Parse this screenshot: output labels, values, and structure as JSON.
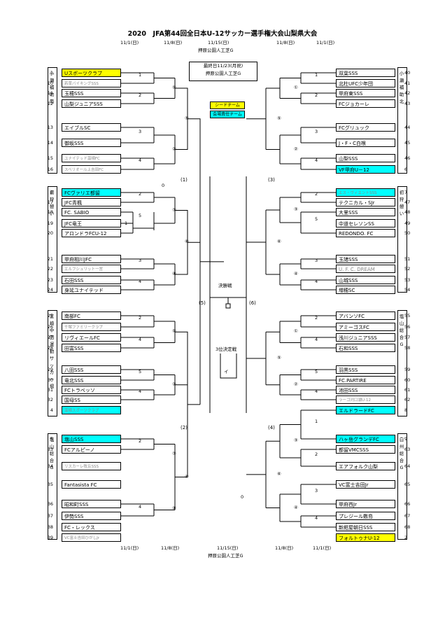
{
  "title": "2020　JFA第44回全日本U-12サッカー選手権大会山梨県大会",
  "header_dates": {
    "d1": "11/1(日)",
    "d2": "11/8(日)",
    "d3": "11/15(日)",
    "d4": "11/8(日)",
    "d5": "11/1(日)",
    "venue": "押原公園人工芝G"
  },
  "footer_dates": {
    "d1": "11/1(日)",
    "d2": "11/8(日)",
    "d3": "11/15(日)",
    "d4": "11/8(日)",
    "d5": "11/1(日)",
    "venue": "押原公園人工芝G"
  },
  "final_info": {
    "line1": "最終日11/23(月祝)",
    "line2": "押原公園人工芝G"
  },
  "legend": {
    "seed": "シードチーム",
    "host": "会場責任チーム"
  },
  "center": {
    "final": "決勝戦",
    "third": "3位決定戦",
    "third_code": "イ"
  },
  "zeros": {
    "top": "0",
    "bottom": "0"
  },
  "block_labels": {
    "l1": "(1)",
    "l2": "(2)",
    "l5": "(5)",
    "r3": "(3)",
    "r4": "(4)",
    "r6": "(6)"
  },
  "left_teams": [
    {
      "no": "1",
      "name": "Uスポーツクラブ",
      "style": "yel"
    },
    {
      "no": "10",
      "name": "若草バイキングSSS",
      "style": "sm gray"
    },
    {
      "no": "11",
      "name": "玉穂SSS",
      "style": ""
    },
    {
      "no": "12",
      "name": "山梨ジュニアSSS",
      "style": ""
    },
    {
      "no": "13",
      "name": "エイブルSC",
      "style": ""
    },
    {
      "no": "14",
      "name": "御坂SSS",
      "style": ""
    },
    {
      "no": "15",
      "name": "ユナイテッド韮崎FC",
      "style": "sm gray"
    },
    {
      "no": "16",
      "name": "スペリオール上吉田FC",
      "style": "sm gray"
    },
    {
      "no": "3",
      "name": "FCヴァリエ都留",
      "style": "cy"
    },
    {
      "no": "17",
      "name": "JFC青楓",
      "style": ""
    },
    {
      "no": "18",
      "name": "FC. SABIO",
      "style": ""
    },
    {
      "no": "19",
      "name": "JFC竜王",
      "style": ""
    },
    {
      "no": "20",
      "name": "アロンドラFCU-12",
      "style": ""
    },
    {
      "no": "21",
      "name": "甲府相川JFC",
      "style": ""
    },
    {
      "no": "22",
      "name": "エルフシュリット一宮",
      "style": "sm gray"
    },
    {
      "no": "23",
      "name": "石田SSS",
      "style": ""
    },
    {
      "no": "24",
      "name": "身延ユナイテッド",
      "style": ""
    },
    {
      "no": "25",
      "name": "南部FC",
      "style": ""
    },
    {
      "no": "26",
      "name": "千塚ファミリークラブ",
      "style": "sm gray"
    },
    {
      "no": "27",
      "name": "リヴィエールFC",
      "style": ""
    },
    {
      "no": "28",
      "name": "田富SSS",
      "style": ""
    },
    {
      "no": "29",
      "name": "八田SSS",
      "style": ""
    },
    {
      "no": "30",
      "name": "竜北SSS",
      "style": ""
    },
    {
      "no": "31",
      "name": "FCトラベッソ",
      "style": ""
    },
    {
      "no": "32",
      "name": "国母SS",
      "style": ""
    },
    {
      "no": "4",
      "name": "韮崎スポーツクラブ",
      "style": "cy sm gray"
    },
    {
      "no": "5",
      "name": "塩山SSS",
      "style": "cy"
    },
    {
      "no": "33",
      "name": "FCアルピーノ",
      "style": ""
    },
    {
      "no": "34",
      "name": "リスカーレ牧丘SSS",
      "style": "sm gray"
    },
    {
      "no": "35",
      "name": "Fantasista FC",
      "style": ""
    },
    {
      "no": "36",
      "name": "昭和町SSS",
      "style": ""
    },
    {
      "no": "37",
      "name": "伊勢SSS",
      "style": ""
    },
    {
      "no": "38",
      "name": "FC・レックス",
      "style": ""
    },
    {
      "no": "39",
      "name": "VC富士吉田ひがしJr",
      "style": "sm gray"
    }
  ],
  "right_teams": [
    {
      "no": "40",
      "name": "双葉SSS",
      "style": ""
    },
    {
      "no": "41",
      "name": "北杜UFC少年団",
      "style": ""
    },
    {
      "no": "42",
      "name": "甲府東SSS",
      "style": ""
    },
    {
      "no": "43",
      "name": "FCジョカーレ",
      "style": ""
    },
    {
      "no": "44",
      "name": "FCグリュック",
      "style": ""
    },
    {
      "no": "45",
      "name": "J・F・C白根",
      "style": ""
    },
    {
      "no": "46",
      "name": "山梨SSS",
      "style": ""
    },
    {
      "no": "6",
      "name": "VF甲府U－12",
      "style": "cy"
    },
    {
      "no": "7",
      "name": "エス・ヴィエントSSS",
      "style": "cy sm gray"
    },
    {
      "no": "47",
      "name": "テクニカル・SJr",
      "style": ""
    },
    {
      "no": "48",
      "name": "大里SSS",
      "style": ""
    },
    {
      "no": "49",
      "name": "中道セレソンSS",
      "style": ""
    },
    {
      "no": "50",
      "name": "REDONDO. FC",
      "style": ""
    },
    {
      "no": "51",
      "name": "玉諸SSS",
      "style": ""
    },
    {
      "no": "52",
      "name": "U. F. C. DREAM",
      "style": "gray"
    },
    {
      "no": "53",
      "name": "山城SSS",
      "style": ""
    },
    {
      "no": "54",
      "name": "増穂SC",
      "style": ""
    },
    {
      "no": "55",
      "name": "アバンソFC",
      "style": ""
    },
    {
      "no": "56",
      "name": "アミーゴスFC",
      "style": ""
    },
    {
      "no": "57",
      "name": "浅川ジュニアSSS",
      "style": ""
    },
    {
      "no": "58",
      "name": "石和SSS",
      "style": ""
    },
    {
      "no": "59",
      "name": "羽黒SSS",
      "style": ""
    },
    {
      "no": "60",
      "name": "FC.PARTIRE",
      "style": ""
    },
    {
      "no": "61",
      "name": "池田SSS",
      "style": ""
    },
    {
      "no": "62",
      "name": "ラーゴ河口湖U-12",
      "style": "sm gray"
    },
    {
      "no": "8",
      "name": "エルドラードFC",
      "style": "cy"
    },
    {
      "no": "9",
      "name": "ハヶ岳グランデFC",
      "style": "cy"
    },
    {
      "no": "63",
      "name": "都留VMCSSS",
      "style": ""
    },
    {
      "no": "64",
      "name": "エアフォルク山梨",
      "style": ""
    },
    {
      "no": "65",
      "name": "VC富士吉田Jr",
      "style": ""
    },
    {
      "no": "66",
      "name": "甲府西Jr",
      "style": ""
    },
    {
      "no": "67",
      "name": "プレジール敷島",
      "style": ""
    },
    {
      "no": "68",
      "name": "新紺屋朝日SSS",
      "style": ""
    },
    {
      "no": "2",
      "name": "フォルトゥナU-12",
      "style": "yel"
    }
  ],
  "left_areas": [
    {
      "text": "小瀬補助南",
      "marker": "",
      "vert": "①"
    },
    {
      "text": "初狩憩い",
      "marker": "②",
      "vert": ""
    },
    {
      "text": "韮崎中田運動サッカー場",
      "marker": "",
      "vert": ""
    },
    {
      "text": "塩山総合G",
      "marker": "①",
      "vert": ""
    }
  ],
  "right_areas": [
    {
      "text": "小瀬補助北",
      "marker": "",
      "vert": ""
    },
    {
      "text": "初狩憩い",
      "marker": "①",
      "vert": ""
    },
    {
      "text": "塩山総合G",
      "marker": "",
      "vert": ""
    },
    {
      "text": "白州総合G",
      "marker": "",
      "vert": ""
    }
  ],
  "match_nums": [
    "1",
    "2",
    "3",
    "4",
    "1",
    "2",
    "3",
    "5",
    "4",
    "1",
    "2",
    "3",
    "4",
    "5",
    "1",
    "2",
    "3",
    "4",
    "1",
    "2",
    "3",
    "4",
    "1",
    "2",
    "3",
    "5",
    "1",
    "4",
    "1",
    "2",
    "3",
    "4"
  ],
  "round_marks": [
    "①",
    "②",
    "⑤",
    "⑤",
    "⑥",
    "⑥",
    "⑤",
    "⑥",
    "①",
    "②",
    "③",
    "④",
    "①",
    "②",
    "③",
    "④",
    "①",
    "②",
    "③",
    "④",
    "①",
    "②",
    "③",
    "④"
  ]
}
